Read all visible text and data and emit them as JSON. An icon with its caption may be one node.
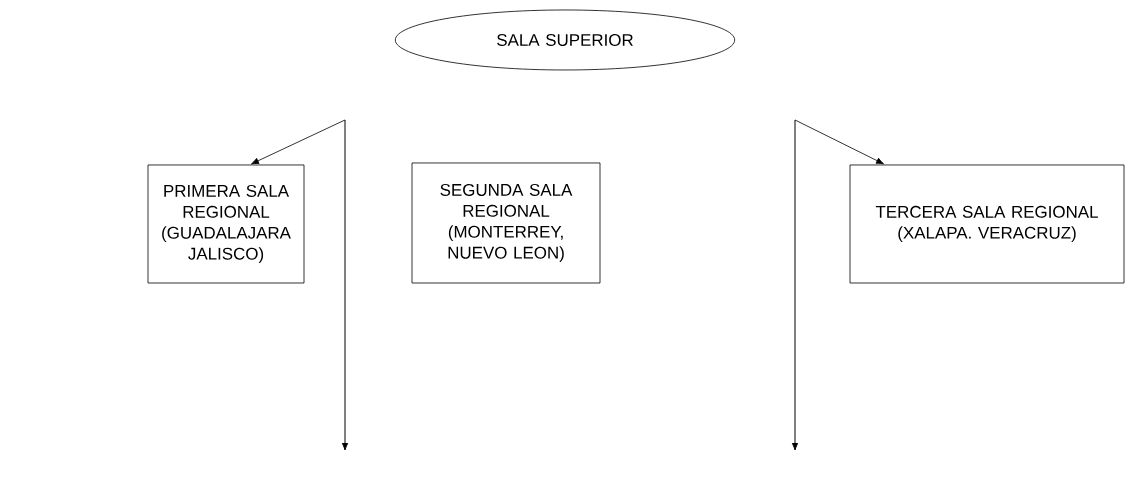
{
  "diagram": {
    "nodes": [
      {
        "text": [
          "SALA SUPERIOR"
        ]
      },
      {
        "text": [
          "PRIMERA SALA REGIONAL (GUADALAJARA JALISCO)"
        ]
      },
      {
        "text": [
          "SEGUNDA SALA REGIONAL (MONTERREY, NUEVO LEON)"
        ]
      },
      {
        "text": [
          "TERCERA SALA REGIONAL (XALAPA. VERACRUZ)"
        ]
      }
    ],
    "edges": [
      {
        "from": null,
        "to": 1,
        "arrow": "to"
      },
      {
        "from": null,
        "to": 3,
        "arrow": "to"
      }
    ]
  }
}
